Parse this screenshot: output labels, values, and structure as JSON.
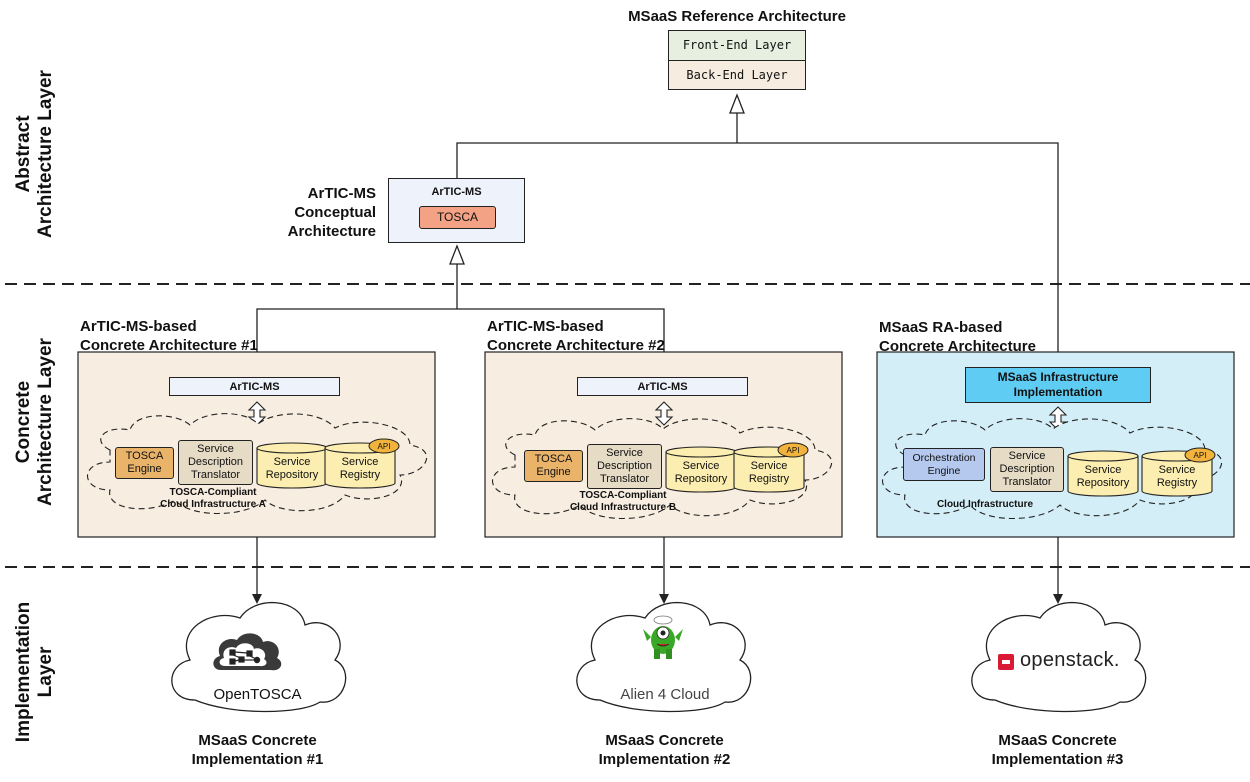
{
  "layers": {
    "abstract": "Abstract Architecture Layer",
    "concrete": "Concrete Architecture Layer",
    "implementation": "Implementation Layer"
  },
  "msaas_ra": {
    "title": "MSaaS Reference Architecture",
    "front_end": "Front-End Layer",
    "back_end": "Back-End Layer"
  },
  "artic_conceptual": {
    "label_line1": "ArTIC-MS",
    "label_line2": "Conceptual",
    "label_line3": "Architecture",
    "box_title": "ArTIC-MS",
    "tosca": "TOSCA"
  },
  "concrete": [
    {
      "title_line1": "ArTIC-MS-based",
      "title_line2": "Concrete Architecture #1",
      "header": "ArTIC-MS",
      "c1": "TOSCA Engine",
      "c2": "Service Description Translator",
      "c3": "Service Repository",
      "c4": "Service Registry",
      "api": "API",
      "cloud_line1": "TOSCA-Compliant",
      "cloud_line2": "Cloud Infrastructure A"
    },
    {
      "title_line1": "ArTIC-MS-based",
      "title_line2": "Concrete Architecture #2",
      "header": "ArTIC-MS",
      "c1": "TOSCA Engine",
      "c2": "Service Description Translator",
      "c3": "Service Repository",
      "c4": "Service Registry",
      "api": "API",
      "cloud_line1": "TOSCA-Compliant",
      "cloud_line2": "Cloud Infrastructure B"
    },
    {
      "title_line1": "MSaaS RA-based",
      "title_line2": "Concrete Architecture",
      "header": "MSaaS Infrastructure Implementation",
      "c1": "Orchestration Engine",
      "c2": "Service Description Translator",
      "c3": "Service Repository",
      "c4": "Service Registry",
      "api": "API",
      "cloud_line1": "Cloud Infrastructure"
    }
  ],
  "implementations": [
    {
      "logo_text": "OpenTOSCA",
      "caption_line1": "MSaaS Concrete",
      "caption_line2": "Implementation #1"
    },
    {
      "logo_text": "Alien 4 Cloud",
      "caption_line1": "MSaaS Concrete",
      "caption_line2": "Implementation #2"
    },
    {
      "logo_text": "openstack.",
      "caption_line1": "MSaaS Concrete",
      "caption_line2": "Implementation #3"
    }
  ],
  "colors": {
    "front_end_fill": "#e6efe0",
    "back_end_fill": "#f7ece0",
    "artic_fill": "#edf2fb",
    "tosca_fill": "#f4a286",
    "concrete_fill": "#f7ede0",
    "msaas_concrete_fill": "#d4eef8",
    "engine_fill": "#e9b36a",
    "translator_fill": "#e6dcc6",
    "db_fill": "#fbeeb0",
    "api_fill": "#f2b33d",
    "orchestration_fill": "#b5c9ef",
    "msaas_header_fill": "#5fcdf3",
    "openstack_red": "#da1a32",
    "alien_green": "#3aa827"
  }
}
